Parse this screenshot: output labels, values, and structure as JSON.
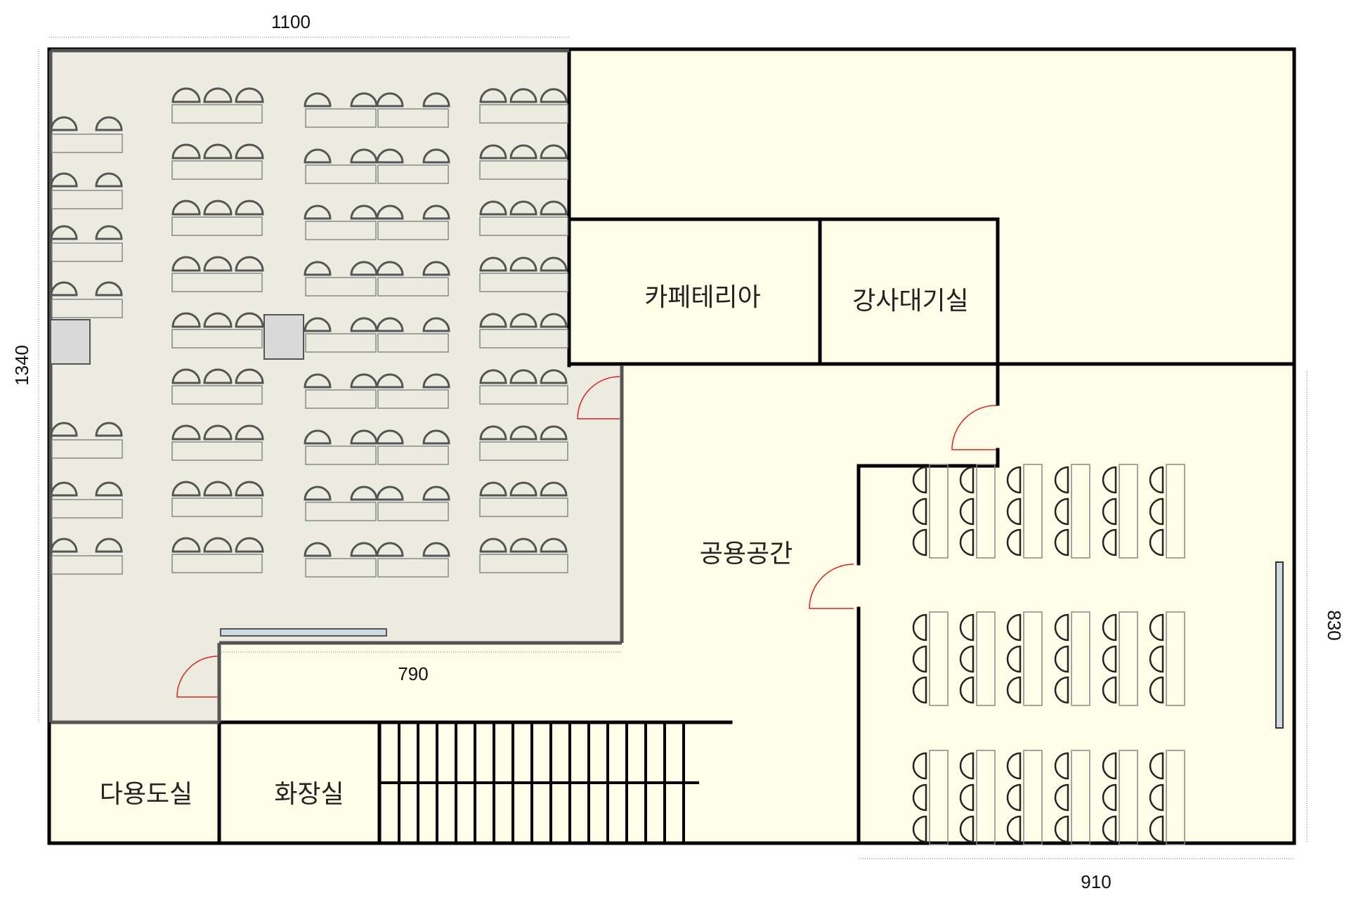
{
  "dimensions": {
    "top_width": "1100",
    "left_height": "1340",
    "mid_width": "790",
    "right_height": "830",
    "bottom_width": "910"
  },
  "rooms": {
    "cafeteria": "카페테리아",
    "instructor_lounge": "강사대기실",
    "common_space": "공용공간",
    "multipurpose_library": "다용도실",
    "restroom": "화장실"
  },
  "colors": {
    "floor": "#fefee8",
    "hall_floor": "#ebebdf",
    "wall": "#000000",
    "door_arc": "#e02020",
    "furniture": "#555555",
    "pillar": "#d9d9d9",
    "board": "#cfd9e6"
  }
}
